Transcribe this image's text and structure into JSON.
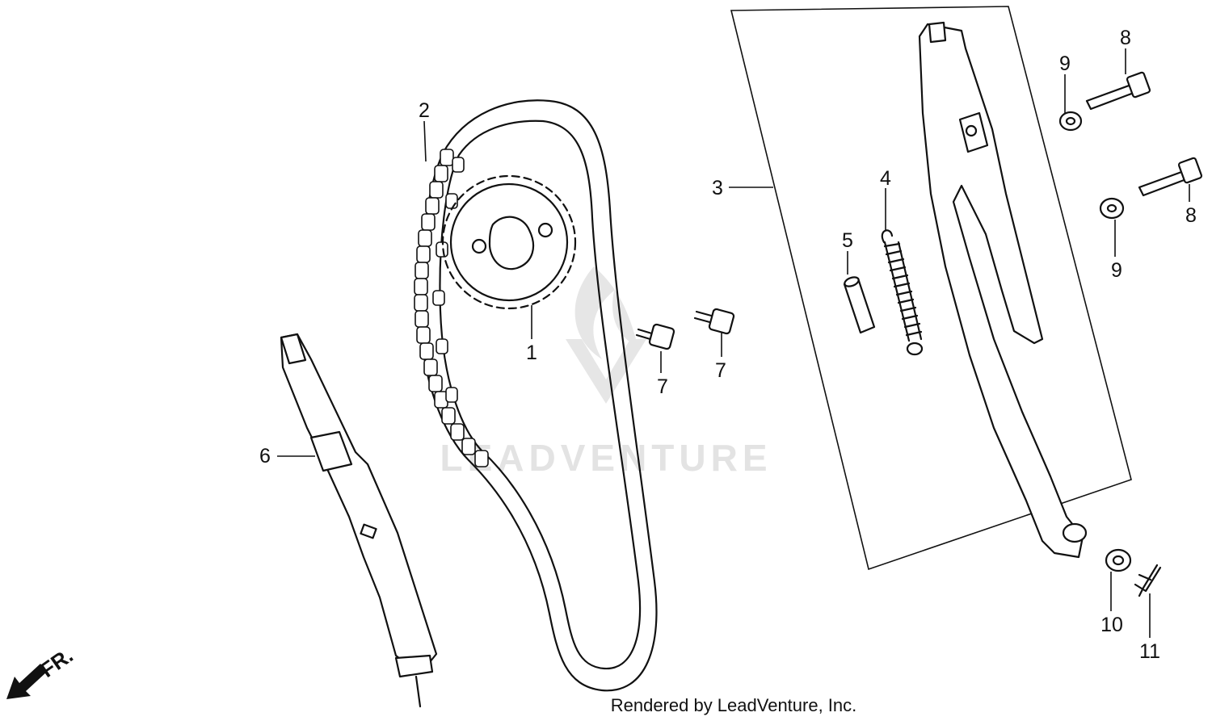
{
  "diagram": {
    "watermark": "LEADVENTURE",
    "direction_marker": "FR.",
    "footer_credit": "Rendered by LeadVenture, Inc.",
    "callouts": {
      "c1": "1",
      "c2": "2",
      "c3": "3",
      "c4": "4",
      "c5": "5",
      "c6": "6",
      "c7a": "7",
      "c7b": "7",
      "c8a": "8",
      "c8b": "8",
      "c9a": "9",
      "c9b": "9",
      "c10": "10",
      "c11": "11"
    }
  }
}
